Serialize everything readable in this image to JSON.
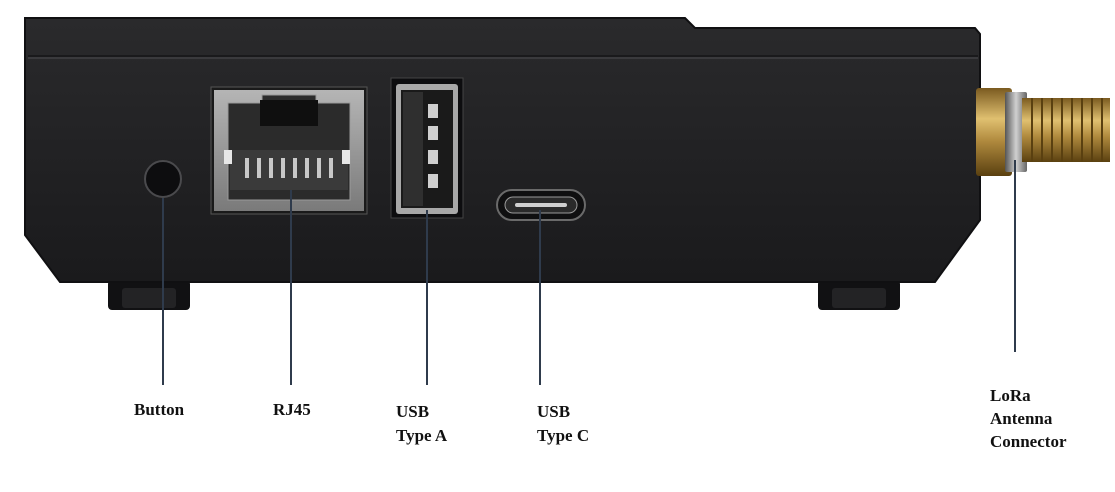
{
  "diagram": {
    "colors": {
      "device_body": "#1f1f21",
      "device_edge": "#101012",
      "metal": "#8a8a8a",
      "brass": "#b08a3e",
      "leader_line": "#2f3b4c",
      "label_text": "#111111"
    },
    "labels": {
      "button": {
        "lines": [
          "Button"
        ],
        "icon": "round-push-button"
      },
      "rj45": {
        "lines": [
          "RJ45"
        ],
        "icon": "ethernet-port"
      },
      "usb_a": {
        "lines": [
          "USB",
          "Type A"
        ],
        "icon": "usb-a-port"
      },
      "usb_c": {
        "lines": [
          "USB",
          "Type C"
        ],
        "icon": "usb-c-port"
      },
      "lora": {
        "lines": [
          "LoRa",
          "Antenna",
          "Connector"
        ],
        "icon": "sma-antenna-connector"
      }
    }
  }
}
